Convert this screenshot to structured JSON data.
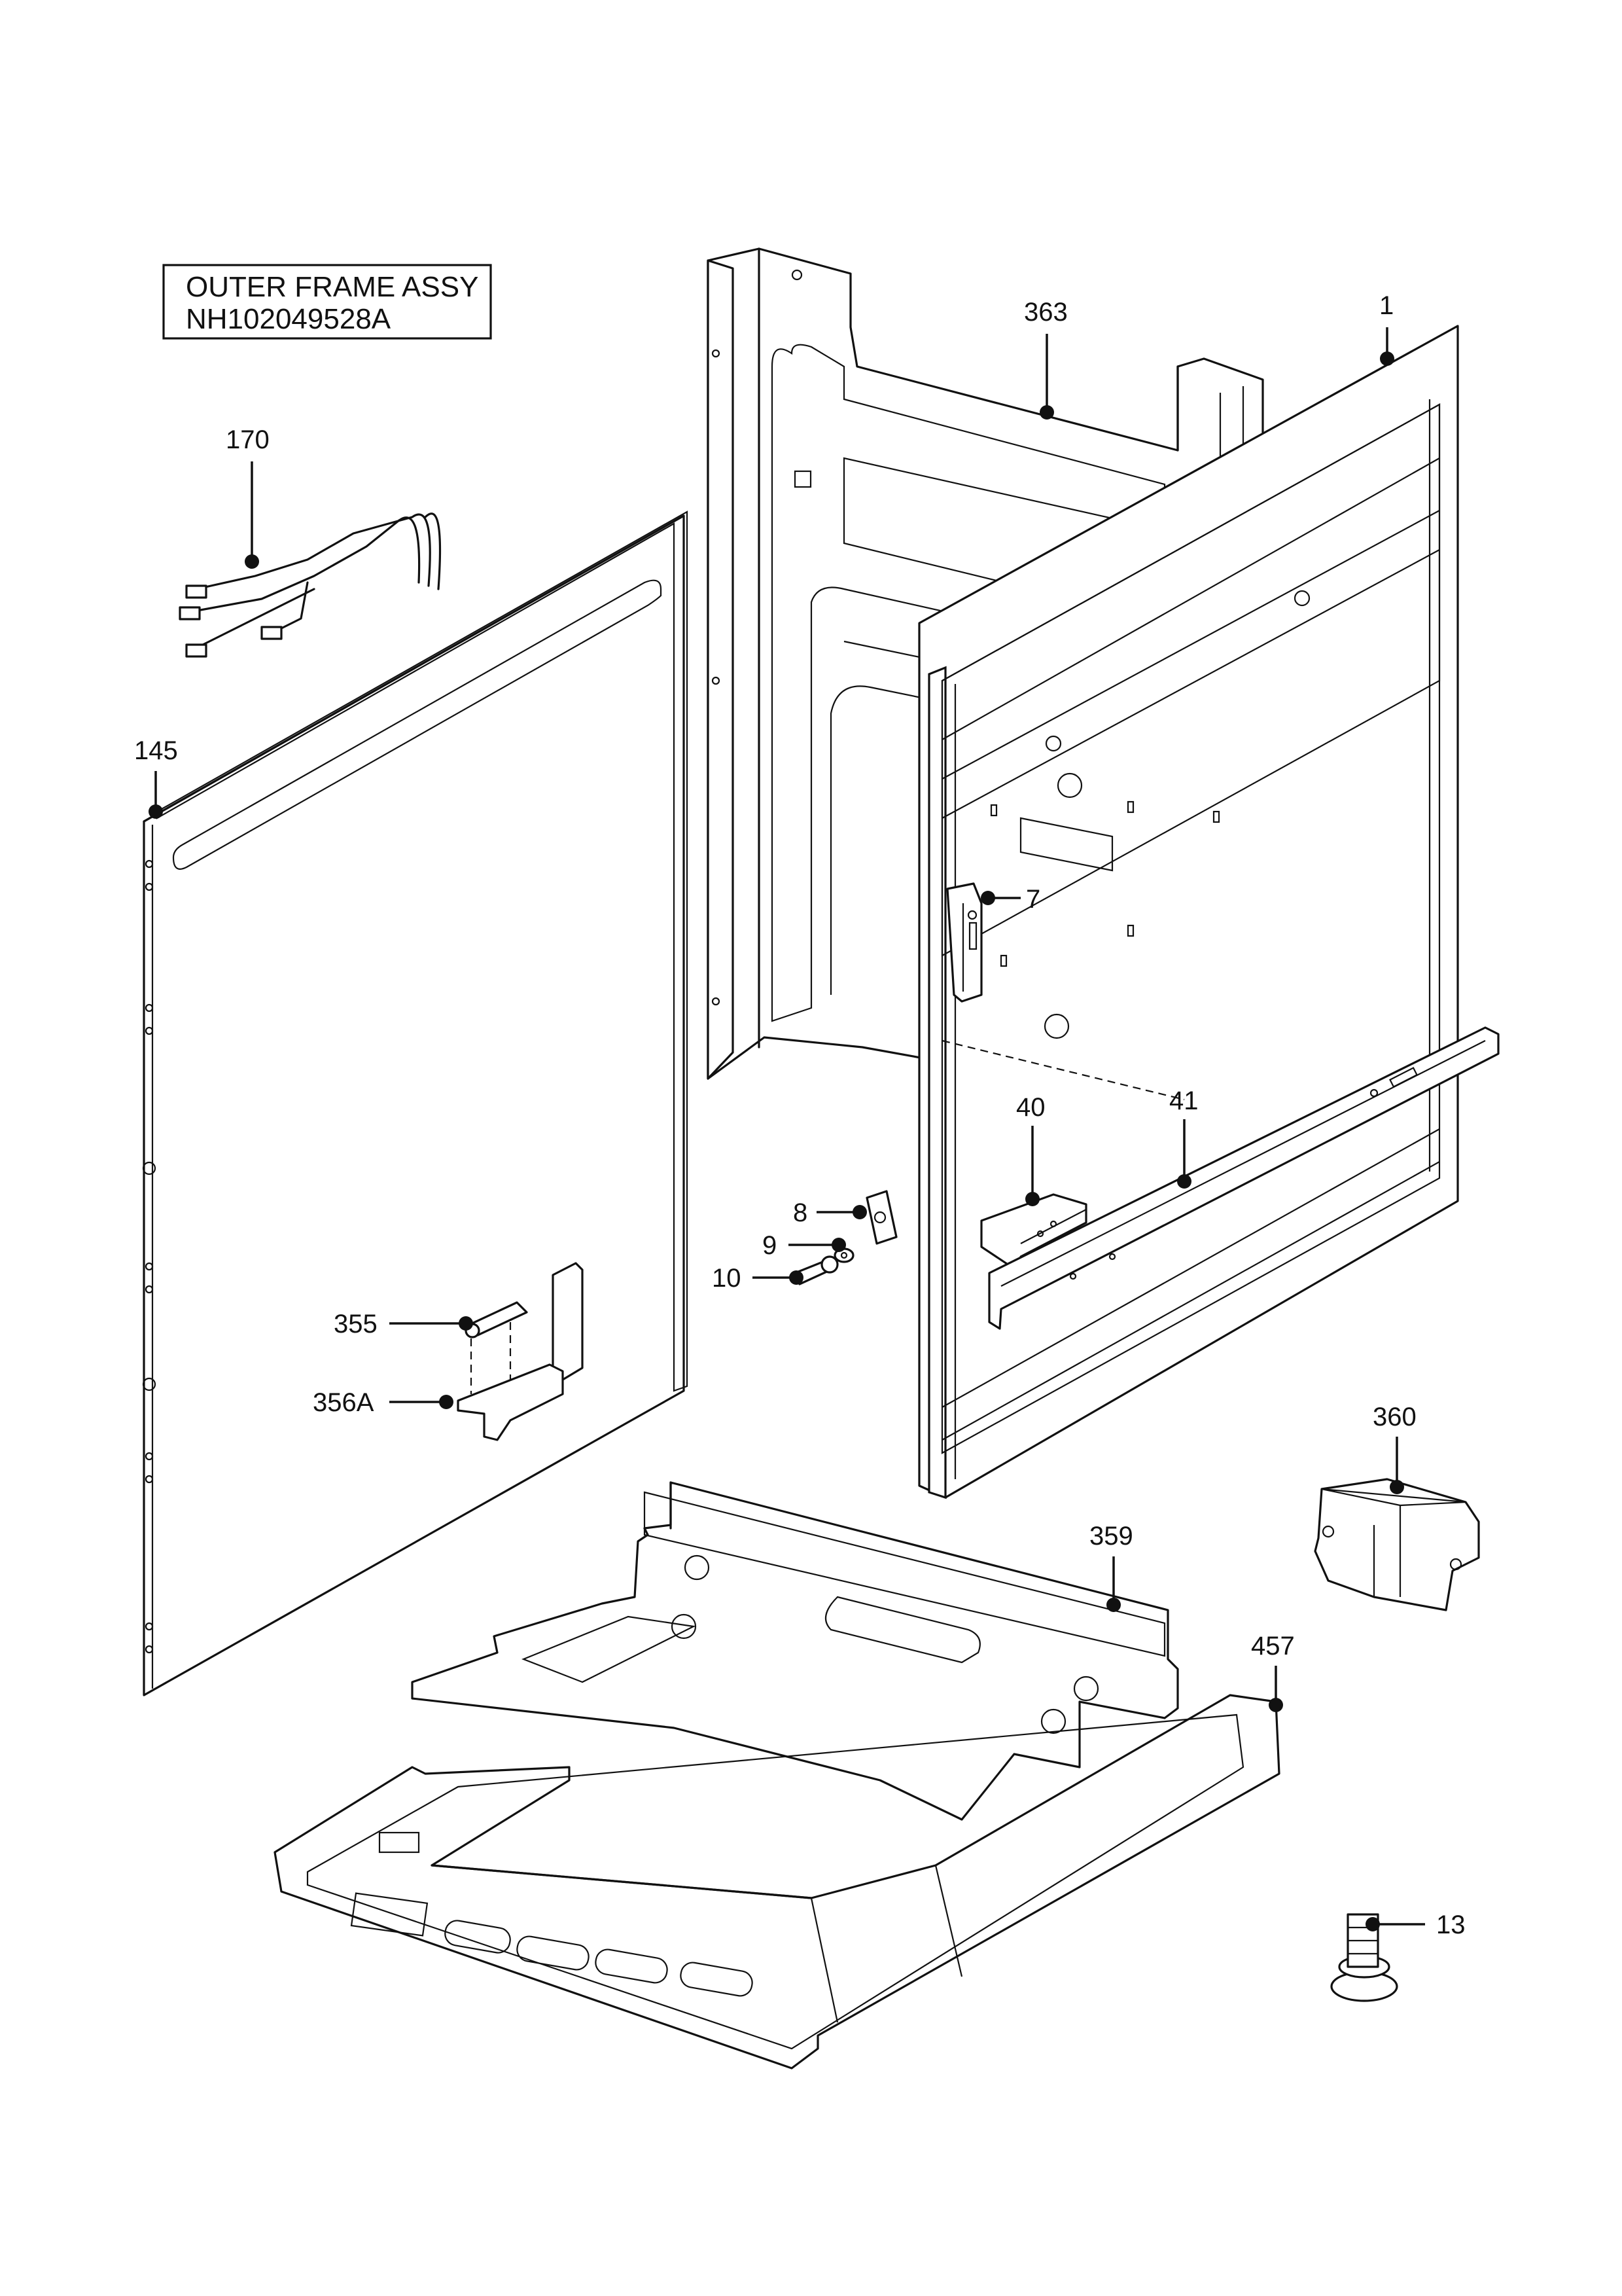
{
  "title_box": {
    "line1": "OUTER FRAME ASSY",
    "line2": "NH102049528A"
  },
  "callouts": [
    {
      "id": "c363",
      "label": "363"
    },
    {
      "id": "c1",
      "label": "1"
    },
    {
      "id": "c170",
      "label": "170"
    },
    {
      "id": "c145",
      "label": "145"
    },
    {
      "id": "c7",
      "label": "7"
    },
    {
      "id": "c40",
      "label": "40"
    },
    {
      "id": "c41",
      "label": "41"
    },
    {
      "id": "c8",
      "label": "8"
    },
    {
      "id": "c9",
      "label": "9"
    },
    {
      "id": "c10",
      "label": "10"
    },
    {
      "id": "c355",
      "label": "355"
    },
    {
      "id": "c356A",
      "label": "356A"
    },
    {
      "id": "c360",
      "label": "360"
    },
    {
      "id": "c359",
      "label": "359"
    },
    {
      "id": "c457",
      "label": "457"
    },
    {
      "id": "c13",
      "label": "13"
    }
  ]
}
